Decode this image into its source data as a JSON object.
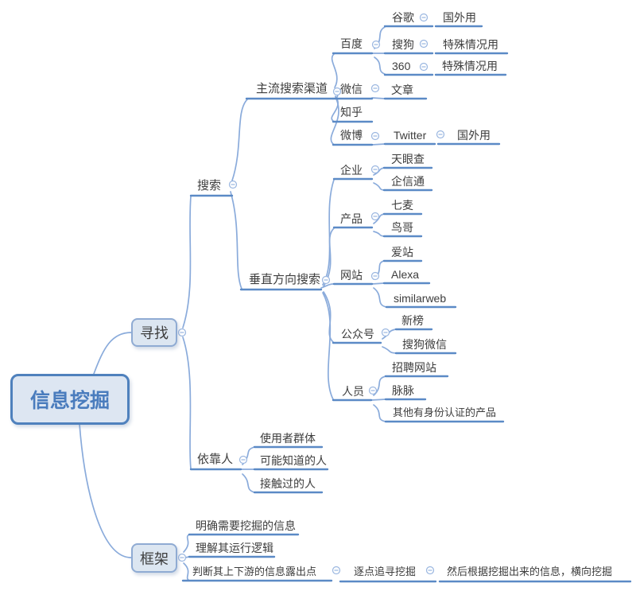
{
  "mindmap": {
    "root": {
      "label": "信息挖掘"
    },
    "find": {
      "label": "寻找",
      "search": {
        "label": "搜索",
        "mainstream": {
          "label": "主流搜索渠道",
          "baidu": {
            "label": "百度",
            "google": {
              "label": "谷歌",
              "note": "国外用"
            },
            "sogou": {
              "label": "搜狗",
              "note": "特殊情况用"
            },
            "so360": {
              "label": "360",
              "note": "特殊情况用"
            }
          },
          "wechat": {
            "label": "微信",
            "article": {
              "label": "文章"
            }
          },
          "zhihu": {
            "label": "知乎"
          },
          "weibo": {
            "label": "微博",
            "twitter": {
              "label": "Twitter",
              "note": "国外用"
            }
          }
        },
        "vertical": {
          "label": "垂直方向搜索",
          "enterprise": {
            "label": "企业",
            "tianyancha": {
              "label": "天眼查"
            },
            "qixintong": {
              "label": "企信通"
            }
          },
          "product": {
            "label": "产品",
            "qimai": {
              "label": "七麦"
            },
            "niaoge": {
              "label": "鸟哥"
            }
          },
          "website": {
            "label": "网站",
            "aizhan": {
              "label": "爱站"
            },
            "alexa": {
              "label": "Alexa"
            },
            "similarweb": {
              "label": "similarweb"
            }
          },
          "official": {
            "label": "公众号",
            "newrank": {
              "label": "新榜"
            },
            "sogou_wechat": {
              "label": "搜狗微信"
            }
          },
          "people": {
            "label": "人员",
            "job_sites": {
              "label": "招聘网站"
            },
            "maimai": {
              "label": "脉脉"
            },
            "other_verified": {
              "label": "其他有身份认证的产品"
            }
          }
        }
      },
      "rely": {
        "label": "依靠人",
        "user_groups": {
          "label": "使用者群体"
        },
        "may_know": {
          "label": "可能知道的人"
        },
        "contacted": {
          "label": "接触过的人"
        }
      }
    },
    "framework": {
      "label": "框架",
      "clarify": {
        "label": "明确需要挖掘的信息"
      },
      "logic": {
        "label": "理解其运行逻辑"
      },
      "judge": {
        "label": "判断其上下游的信息露出点",
        "trace": {
          "label": "逐点追寻挖掘",
          "horizontal": {
            "label": "然后根据挖掘出来的信息，横向挖掘"
          }
        }
      }
    }
  },
  "colors": {
    "root_border": "#4f81bd",
    "root_fill": "#dde6f2",
    "root_text": "#4a7cbd",
    "box_fill": "#dce6f1",
    "box_border": "#8fabd3",
    "underline": "#5b8ac6",
    "branch_curve": "#8aabdb",
    "topic_text": "#3d3d3d"
  }
}
